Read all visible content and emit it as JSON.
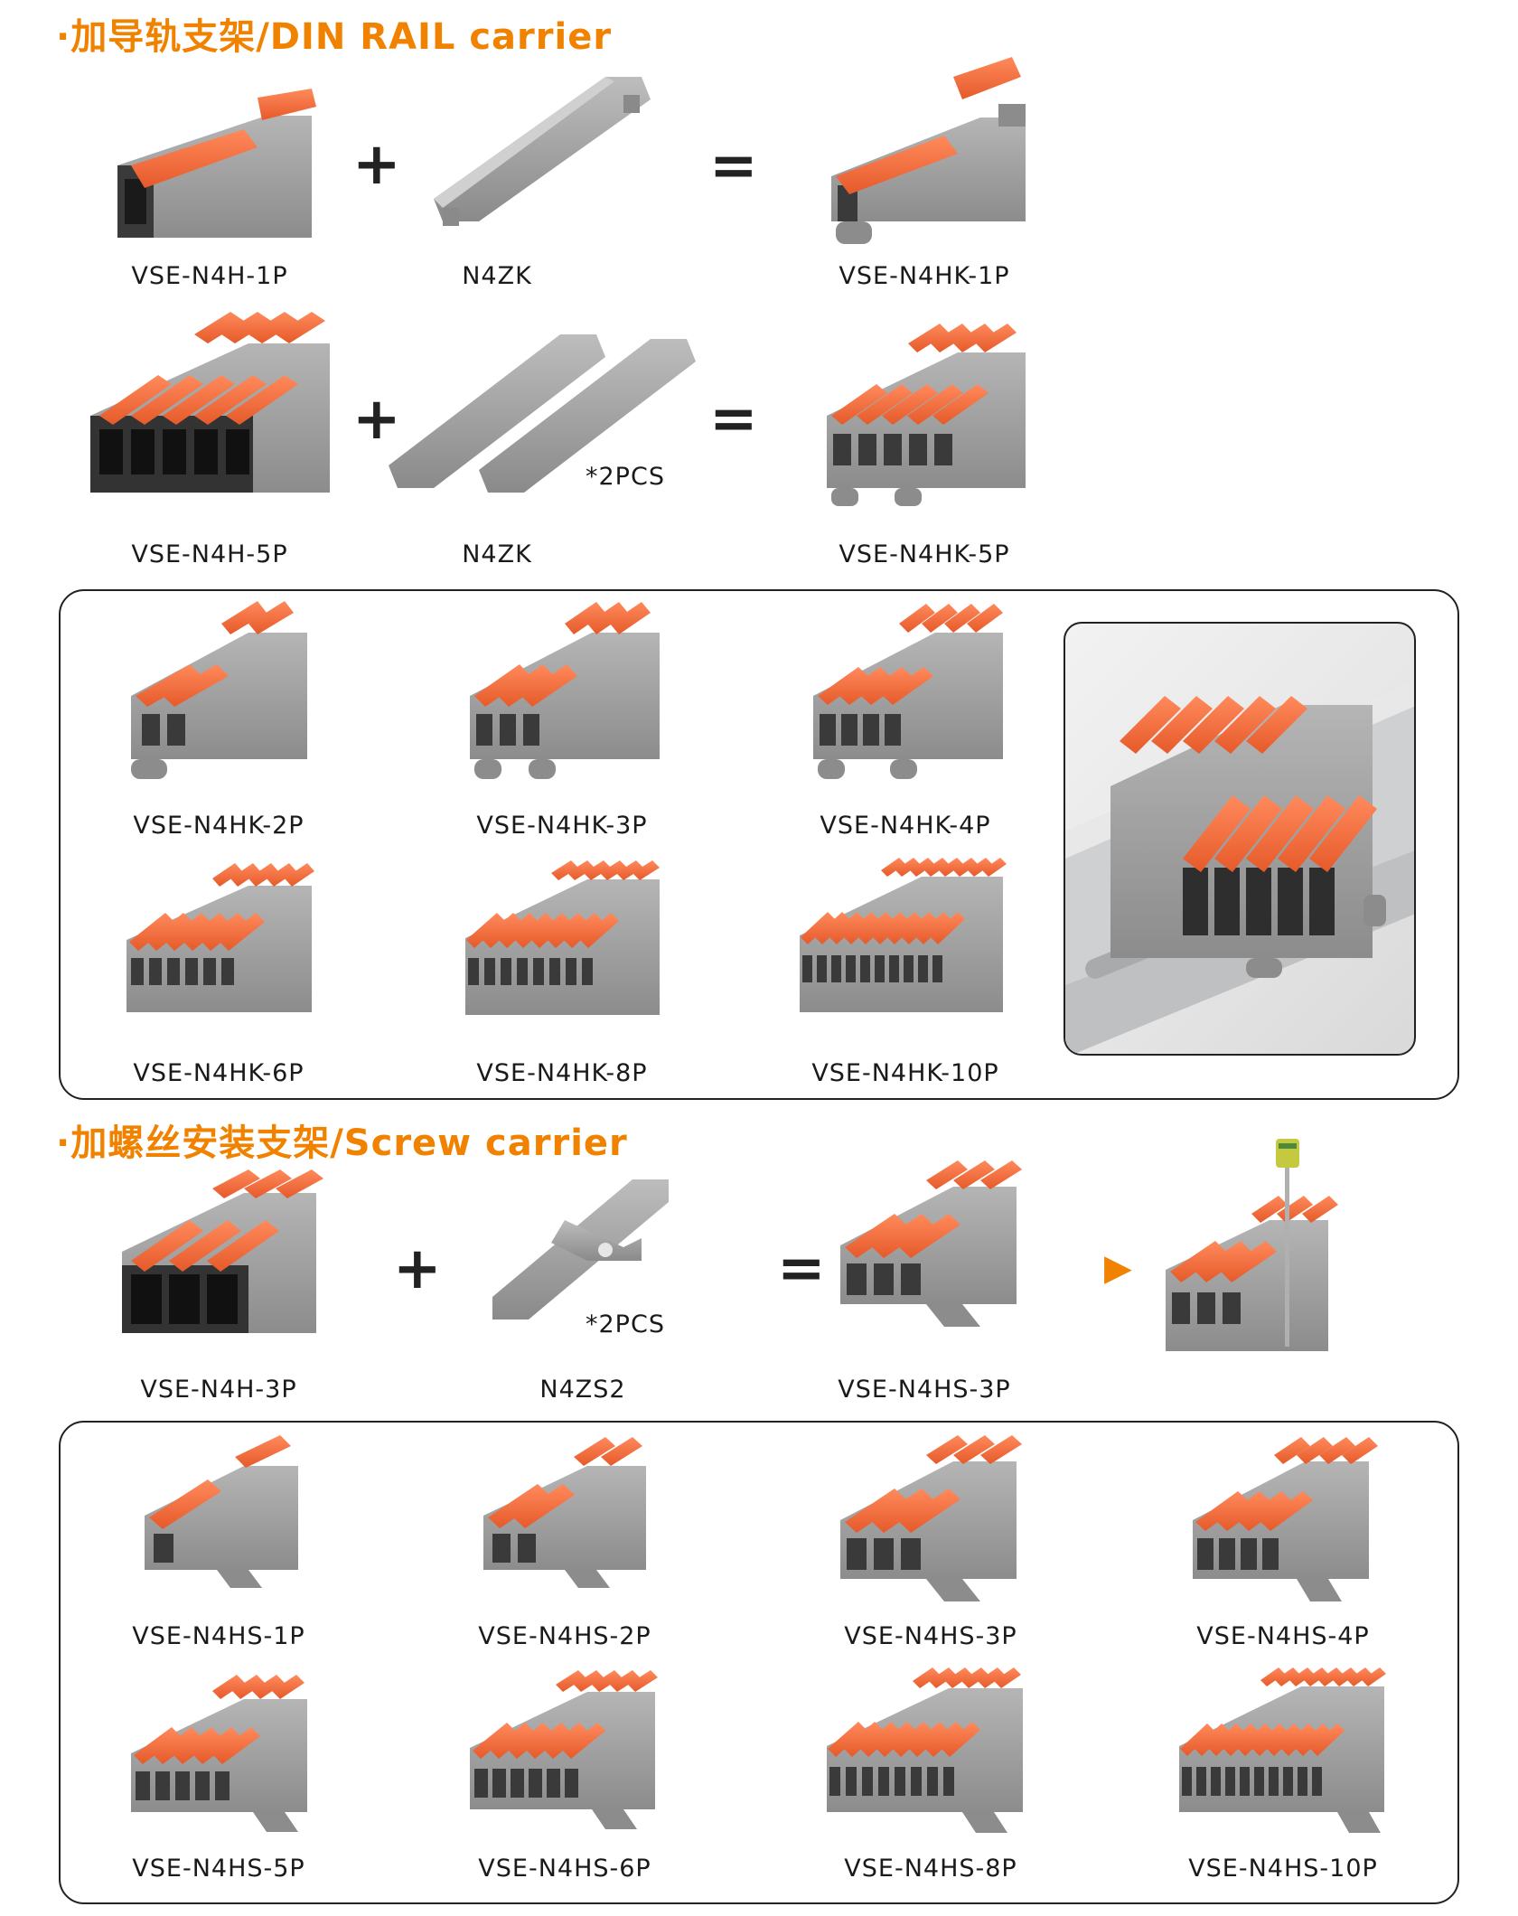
{
  "sections": {
    "din": {
      "title": "·加导轨支架/DIN RAIL carrier"
    },
    "screw": {
      "title": "·加螺丝安装支架/Screw carrier"
    }
  },
  "din_row1": {
    "left": "VSE-N4H-1P",
    "mid": "N4ZK",
    "right": "VSE-N4HK-1P"
  },
  "din_row2": {
    "left": "VSE-N4H-5P",
    "mid": "N4ZK",
    "right": "VSE-N4HK-5P",
    "qty": "*2PCS"
  },
  "symbols": {
    "plus": "+",
    "equals": "=",
    "arrow": "▶"
  },
  "din_panel": {
    "items": [
      "VSE-N4HK-2P",
      "VSE-N4HK-3P",
      "VSE-N4HK-4P",
      "VSE-N4HK-6P",
      "VSE-N4HK-8P",
      "VSE-N4HK-10P"
    ]
  },
  "screw_row": {
    "left": "VSE-N4H-3P",
    "mid": "N4ZS2",
    "right": "VSE-N4HS-3P",
    "qty": "*2PCS"
  },
  "screw_panel": {
    "items": [
      "VSE-N4HS-1P",
      "VSE-N4HS-2P",
      "VSE-N4HS-3P",
      "VSE-N4HS-4P",
      "VSE-N4HS-5P",
      "VSE-N4HS-6P",
      "VSE-N4HS-8P",
      "VSE-N4HS-10P"
    ]
  },
  "colors": {
    "accent": "#f08200",
    "lever": "#f06a3c",
    "body": "#9b9b9b",
    "housing": "#3a3a3a"
  }
}
